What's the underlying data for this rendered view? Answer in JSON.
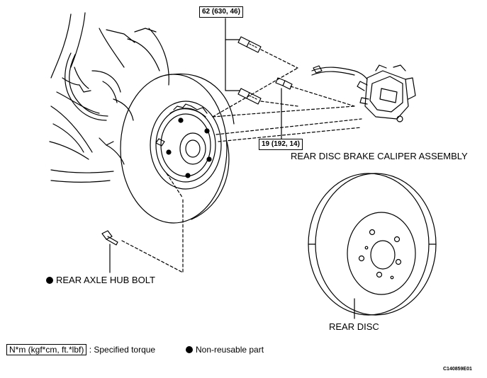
{
  "torque_callouts": {
    "upper": "62 (630, 46)",
    "lower": "19 (192, 14)"
  },
  "labels": {
    "caliper": "REAR DISC BRAKE CALIPER ASSEMBLY",
    "hub_bolt": "REAR AXLE HUB BOLT",
    "disc": "REAR DISC"
  },
  "legend": {
    "torque_unit": "N*m (kgf*cm, ft.*lbf)",
    "torque_desc": ": Specified torque",
    "non_reusable": "Non-reusable part"
  },
  "figure_code": "C140859E01",
  "colors": {
    "ink": "#000000",
    "paper": "#ffffff"
  }
}
